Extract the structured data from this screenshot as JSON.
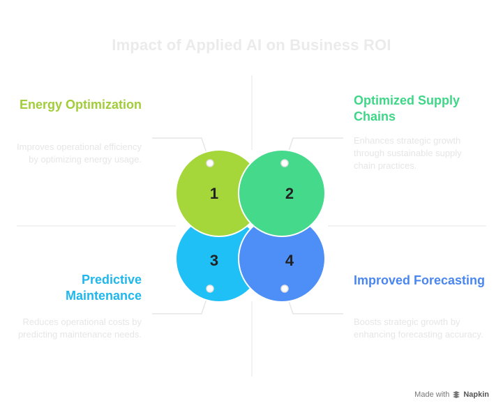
{
  "title": "Impact of Applied AI on Business ROI",
  "items": [
    {
      "number": "1",
      "heading": "Energy Optimization",
      "description": "Improves operational efficiency by optimizing energy usage.",
      "color": "#a5d63a"
    },
    {
      "number": "2",
      "heading": "Optimized Supply Chains",
      "description": "Enhances strategic growth through sustainable supply chain practices.",
      "color": "#45d98b"
    },
    {
      "number": "3",
      "heading": "Predictive Maintenance",
      "description": "Reduces operational costs by predicting maintenance needs.",
      "color": "#1fc0f5"
    },
    {
      "number": "4",
      "heading": "Improved Forecasting",
      "description": "Boosts strategic growth by enhancing forecasting accuracy.",
      "color": "#4d8ef7"
    }
  ],
  "footer": {
    "made_with": "Made with",
    "brand": "Napkin"
  }
}
